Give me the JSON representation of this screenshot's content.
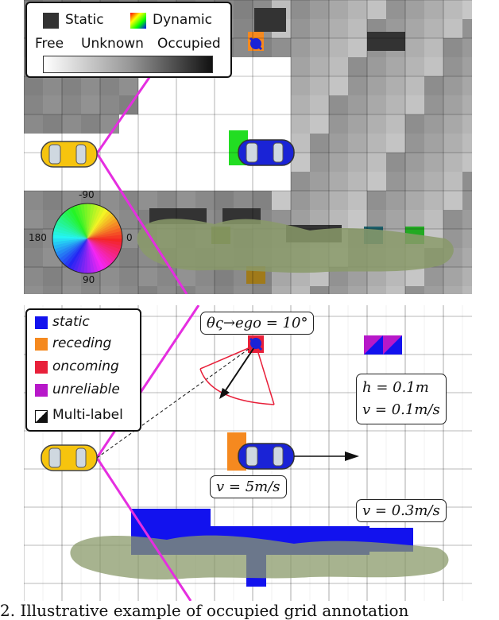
{
  "top_panel": {
    "legend": {
      "static_label": "Static",
      "dynamic_label": "Dynamic",
      "free_label": "Free",
      "unknown_label": "Unknown",
      "occupied_label": "Occupied"
    },
    "compass": {
      "label_top": "-90",
      "label_left": "180",
      "label_right": "0",
      "label_bottom": "90"
    }
  },
  "bottom_panel": {
    "legend": {
      "static_label": "static",
      "receding_label": "receding",
      "oncoming_label": "oncoming",
      "unreliable_label": "unreliable",
      "multi_label": "Multi-label"
    },
    "colors": {
      "static": "#1212ee",
      "receding": "#f5891f",
      "oncoming": "#e8203a",
      "unreliable": "#b718c9",
      "path": "#e52ee0",
      "ego_car": "#f6c40e",
      "other_car": "#1a23d6"
    },
    "annotations": {
      "angle": "θς→ego = 10°",
      "h": "h = 0.1m",
      "v_small": "v = 0.1m/s",
      "v_car": "v = 5m/s",
      "v_vegetation": "v = 0.3m/s"
    }
  },
  "caption": "2. Illustrative example of occupied grid annotation"
}
